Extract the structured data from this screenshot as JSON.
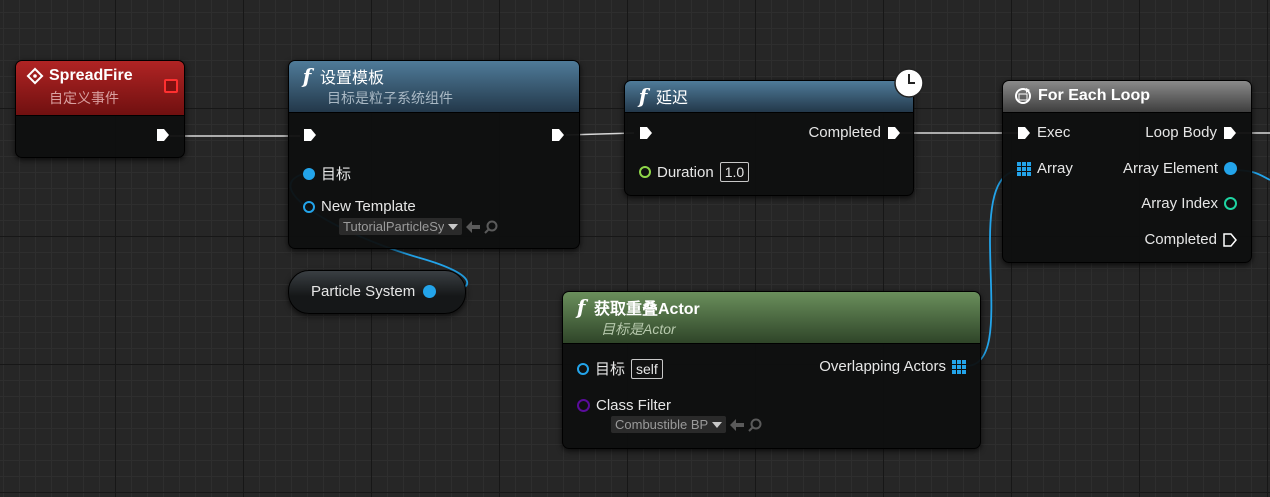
{
  "nodes": {
    "spreadfire": {
      "title": "SpreadFire",
      "subtitle": "自定义事件",
      "header_color": "#8c1a1a"
    },
    "set_template": {
      "title": "设置模板",
      "subtitle": "目标是粒子系统组件",
      "target_label": "目标",
      "new_template_label": "New Template",
      "new_template_value": "TutorialParticleSy",
      "header_color": "#3d5a72"
    },
    "particle_system": {
      "label": "Particle System"
    },
    "delay": {
      "title": "延迟",
      "completed_label": "Completed",
      "duration_label": "Duration",
      "duration_value": "1.0",
      "header_color": "#3d5a72"
    },
    "get_overlapping": {
      "title": "获取重叠Actor",
      "subtitle": "目标是Actor",
      "target_label": "目标",
      "target_value": "self",
      "overlapping_label": "Overlapping Actors",
      "class_filter_label": "Class Filter",
      "class_filter_value": "Combustible BP",
      "header_color": "#4f6b43"
    },
    "for_each": {
      "title": "For Each Loop",
      "exec_label": "Exec",
      "loop_body_label": "Loop Body",
      "array_label": "Array",
      "array_element_label": "Array Element",
      "array_index_label": "Array Index",
      "completed_label": "Completed",
      "header_color": "#6a6a6a"
    }
  },
  "colors": {
    "object_pin": "#22a4ea",
    "float_pin": "#8fd649",
    "int_pin": "#1ed4a2",
    "class_pin": "#5a0c9b",
    "wire_exec": "#d8d8d8",
    "graph_bg": "#262626"
  },
  "icons": {
    "event": "diamond-event-icon",
    "function": "function-f-icon",
    "latent": "clock-icon",
    "macro": "loop-macro-icon"
  }
}
